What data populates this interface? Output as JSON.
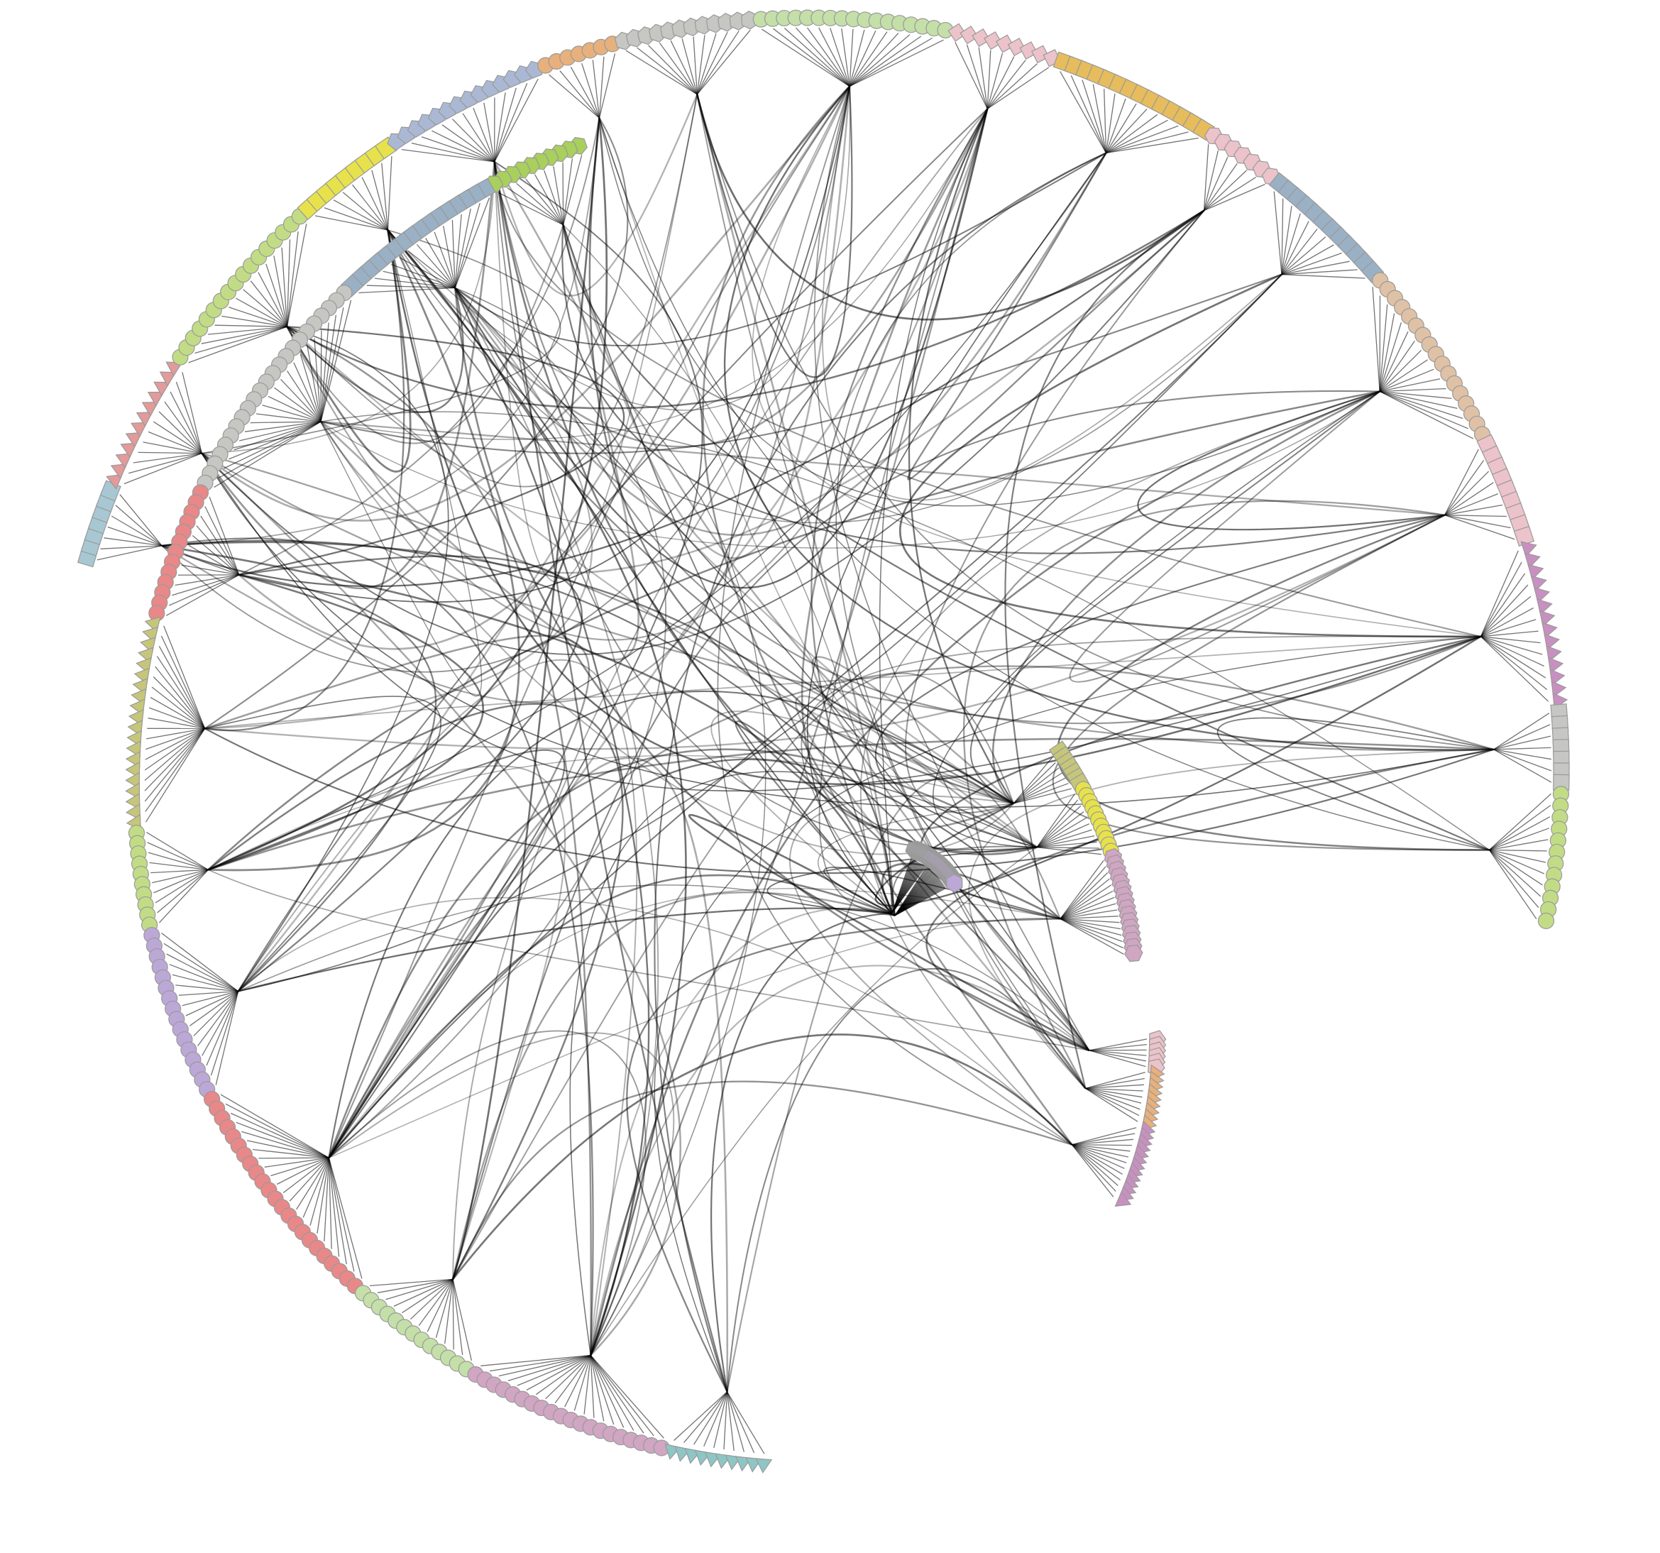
{
  "diagram": {
    "type": "hierarchical-edge-bundling",
    "edge_color": "#000000",
    "node_outline_color": "#9a9a9a",
    "background": "#ffffff",
    "node_shapes": [
      "square",
      "triangle",
      "circle",
      "pentagon",
      "hexagon",
      "diamond"
    ],
    "palette": {
      "light_blue": "#a7c8d2",
      "salmon": "#e39a9a",
      "lime": "#c2dc86",
      "pale_blue": "#aab8d4",
      "orange": "#e8b07c",
      "silver": "#c6c6c2",
      "sage": "#c4dfa8",
      "gold": "#e6bc5c",
      "pink_light": "#ecc3ca",
      "teal": "#8dc6c4",
      "lavender": "#bca8d6",
      "plum": "#c890c0",
      "tan": "#dfc1a6",
      "steel": "#9ab0c4",
      "olive": "#c6c67a",
      "red": "#e98888",
      "grey": "#a8a8a8",
      "yellow": "#e7e24c",
      "mauve": "#d0a6c2",
      "green": "#a9cf5c"
    },
    "groups": [
      {
        "arc": "main-top",
        "color": "light_blue",
        "shape": "square"
      },
      {
        "arc": "main-top",
        "color": "salmon",
        "shape": "triangle"
      },
      {
        "arc": "main-top",
        "color": "lime",
        "shape": "circle"
      },
      {
        "arc": "main-top",
        "color": "yellow",
        "shape": "square"
      },
      {
        "arc": "main-top",
        "color": "pale_blue",
        "shape": "pentagon"
      },
      {
        "arc": "main-top",
        "color": "orange",
        "shape": "circle"
      },
      {
        "arc": "main-top",
        "color": "silver",
        "shape": "hexagon"
      },
      {
        "arc": "main-top",
        "color": "sage",
        "shape": "circle"
      },
      {
        "arc": "main-top",
        "color": "pink_light",
        "shape": "diamond"
      },
      {
        "arc": "main-top",
        "color": "gold",
        "shape": "square"
      },
      {
        "arc": "main-top",
        "color": "pink_light",
        "shape": "hexagon"
      },
      {
        "arc": "main-top",
        "color": "steel",
        "shape": "square"
      },
      {
        "arc": "main-top",
        "color": "tan",
        "shape": "circle"
      },
      {
        "arc": "main-top",
        "color": "pink_light",
        "shape": "square"
      },
      {
        "arc": "main-top",
        "color": "plum",
        "shape": "triangle"
      },
      {
        "arc": "main-top",
        "color": "silver",
        "shape": "square"
      },
      {
        "arc": "main-top",
        "color": "lime",
        "shape": "circle"
      },
      {
        "arc": "main-bottom",
        "color": "green",
        "shape": "hexagon"
      },
      {
        "arc": "main-bottom",
        "color": "steel",
        "shape": "square"
      },
      {
        "arc": "main-bottom",
        "color": "silver",
        "shape": "circle"
      },
      {
        "arc": "main-bottom",
        "color": "red",
        "shape": "circle"
      },
      {
        "arc": "main-bottom",
        "color": "olive",
        "shape": "triangle"
      },
      {
        "arc": "main-bottom",
        "color": "lime",
        "shape": "circle"
      },
      {
        "arc": "main-bottom",
        "color": "lavender",
        "shape": "circle"
      },
      {
        "arc": "main-bottom",
        "color": "red",
        "shape": "circle"
      },
      {
        "arc": "main-bottom",
        "color": "sage",
        "shape": "circle"
      },
      {
        "arc": "main-bottom",
        "color": "mauve",
        "shape": "circle"
      },
      {
        "arc": "main-bottom",
        "color": "teal",
        "shape": "triangle"
      },
      {
        "arc": "inner-small",
        "color": "grey",
        "shape": "hexagon"
      },
      {
        "arc": "inner-small",
        "color": "lavender",
        "shape": "hexagon"
      },
      {
        "arc": "inner-mid",
        "color": "olive",
        "shape": "square"
      },
      {
        "arc": "inner-mid",
        "color": "yellow",
        "shape": "circle"
      },
      {
        "arc": "inner-mid",
        "color": "mauve",
        "shape": "hexagon"
      },
      {
        "arc": "inner-low",
        "color": "pink_light",
        "shape": "pentagon"
      },
      {
        "arc": "inner-low",
        "color": "orange",
        "shape": "triangle"
      },
      {
        "arc": "inner-low",
        "color": "plum",
        "shape": "triangle"
      }
    ]
  }
}
